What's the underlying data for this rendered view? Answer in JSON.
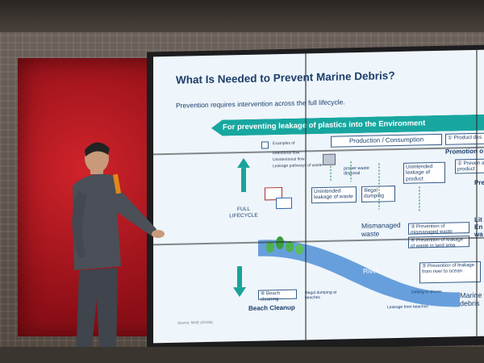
{
  "slide": {
    "title": "What Is Needed to Prevent Marine Debris?",
    "subtitle": "Prevention requires intervention across the full lifecycle.",
    "banner": "For preventing leakage of plastics into the Environment",
    "production": "Production / Consumption",
    "product_des": "① Product des",
    "promotion": "Promotion o",
    "prevention_at_product": "② Preven at product",
    "legend": [
      "Examples of",
      "Intentional flow",
      "Unintentional flow",
      "Leakage pathways of waste"
    ],
    "proper_waste": "proper waste disposal",
    "unintended_waste": "Unintended leakage of waste",
    "illegal_dumping": "Illegal dumping",
    "unintended_product": "Unintended leakage of product",
    "full_lifecycle": "FULL LIFECYCLE",
    "mismanaged": "Mismanaged waste",
    "prev3": "③ Prevention of mismanaged waste",
    "prev4": "④ Prevention of leakage of waste in land area",
    "river": "River",
    "prev5": "⑤ Prevention of leakage from river to ocean",
    "drifting": "Drifting to shores",
    "leakage_beaches": "Leakage from beaches",
    "marine": "Marine debris",
    "beach_cleaning": "⑥ Beach cleaning",
    "illegal_beaches": "Illegal dumping at beaches",
    "beach_cleanup": "Beach Cleanup",
    "source": "Source: MOE (2019a)",
    "right_frag1": "Pre",
    "right_frag2": "Lit En wa"
  },
  "colors": {
    "banner_teal": "#17a7a0",
    "navy": "#1b3e6b",
    "arrow_teal": "#1aa39a",
    "river_blue": "#4f8fd6",
    "wall_red": "#c41e27"
  }
}
